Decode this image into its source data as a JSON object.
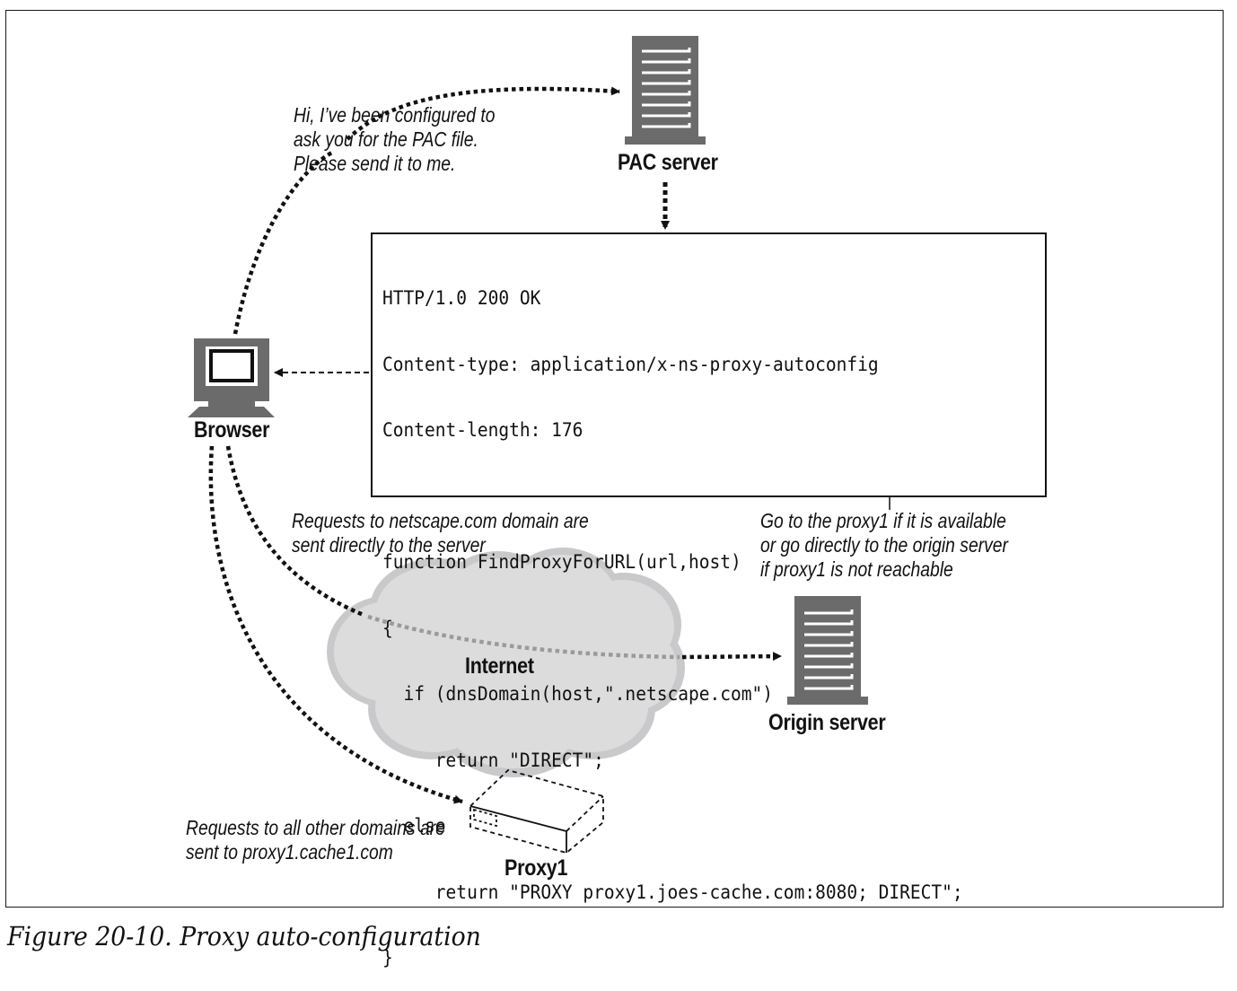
{
  "figure": {
    "caption": "Figure 20-10. Proxy auto-configuration"
  },
  "nodes": {
    "pac_server": {
      "label": "PAC server",
      "icon": "server-icon"
    },
    "browser": {
      "label": "Browser",
      "icon": "computer-icon"
    },
    "internet": {
      "label": "Internet",
      "icon": "cloud-icon"
    },
    "origin_server": {
      "label": "Origin server",
      "icon": "server-icon"
    },
    "proxy1": {
      "label": "Proxy1",
      "icon": "proxy-box-icon"
    }
  },
  "notes": {
    "pac_request": [
      "Hi, I’ve been configured to",
      "ask you for the PAC file.",
      "Please send it to me."
    ],
    "netscape_direct": [
      "Requests to netscape.com domain are",
      "sent directly to the server"
    ],
    "proxy_fallback": [
      "Go to the proxy1 if it is available",
      "or go directly to the origin server",
      "if proxy1 is not reachable"
    ],
    "other_domains": [
      "Requests to all other domains are",
      "sent to proxy1.cache1.com"
    ]
  },
  "pac_response": {
    "lines": [
      "HTTP/1.0 200 OK",
      "Content-type: application/x-ns-proxy-autoconfig",
      "Content-length: 176",
      "",
      "function FindProxyForURL(url,host)",
      "{",
      "  if (dnsDomain(host,\".netscape.com\")",
      "     return \"DIRECT\";",
      "  else",
      "     return \"PROXY proxy1.joes-cache.com:8080; DIRECT\";",
      "}"
    ]
  },
  "colors": {
    "icon_gray": "#6b6b6b",
    "cloud_fill": "#dcdcdd",
    "ink": "#111111"
  }
}
